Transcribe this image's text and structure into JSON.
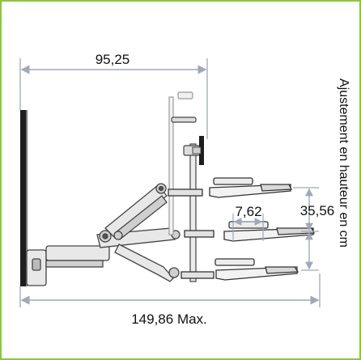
{
  "dimensions": {
    "top_width": "95,25",
    "bottom_width": "149,86 Max.",
    "tray_gap": "7,62",
    "vertical_step": "35,56",
    "side_label": "Ajustement en hauteur en cm"
  },
  "colors": {
    "frame": "#8cc63f",
    "dimension_line": "#9fa9b8",
    "panel": "#222222",
    "metal_light": "#e6e6e6",
    "metal_stroke": "#444444"
  }
}
